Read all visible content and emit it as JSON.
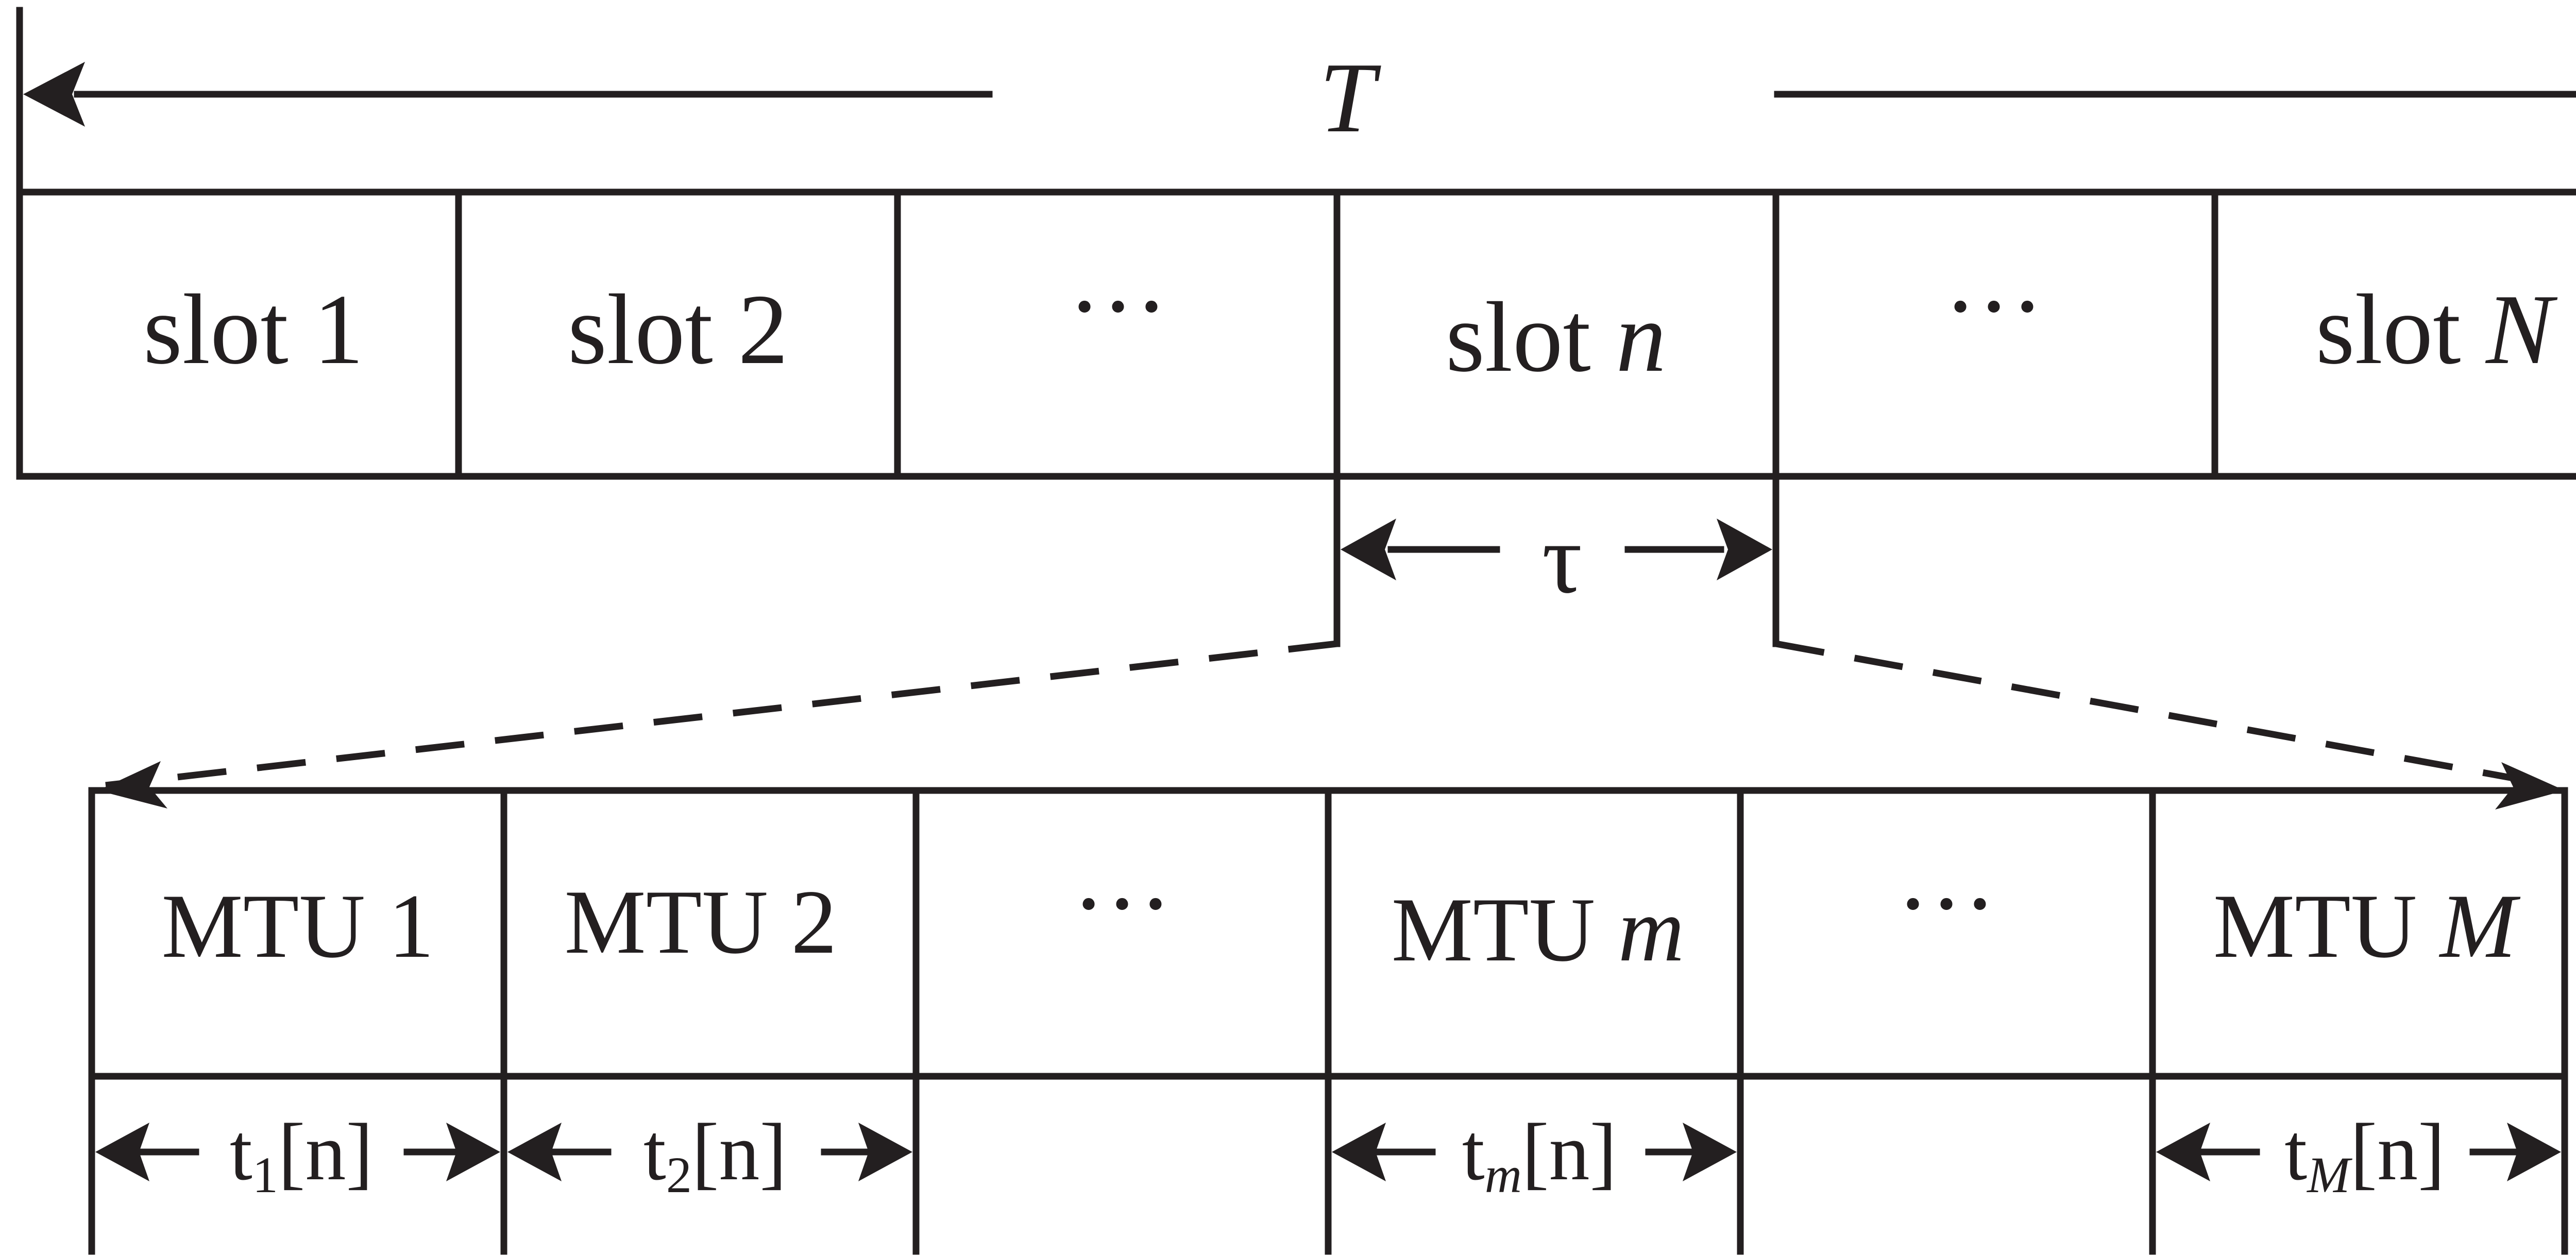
{
  "period_label": "T",
  "slot_duration_label": "τ",
  "slots": [
    {
      "text": "slot 1",
      "var": ""
    },
    {
      "text": "slot 2",
      "var": ""
    },
    {
      "text": "···",
      "var": ""
    },
    {
      "text": "slot ",
      "var": "n"
    },
    {
      "text": "···",
      "var": ""
    },
    {
      "text": "slot ",
      "var": "N"
    }
  ],
  "mtus": [
    {
      "text": "MTU 1",
      "var": ""
    },
    {
      "text": "MTU 2",
      "var": ""
    },
    {
      "text": "···",
      "var": ""
    },
    {
      "text": "MTU ",
      "var": "m"
    },
    {
      "text": "···",
      "var": ""
    },
    {
      "text": "MTU ",
      "var": "M"
    }
  ],
  "durations": [
    {
      "base": "t",
      "sub": "1",
      "sub_italic": false,
      "tail": "[n]"
    },
    {
      "base": "t",
      "sub": "2",
      "sub_italic": false,
      "tail": "[n]"
    },
    null,
    {
      "base": "t",
      "sub": "m",
      "sub_italic": true,
      "tail": "[n]"
    },
    null,
    {
      "base": "t",
      "sub": "M",
      "sub_italic": true,
      "tail": "[n]"
    }
  ]
}
